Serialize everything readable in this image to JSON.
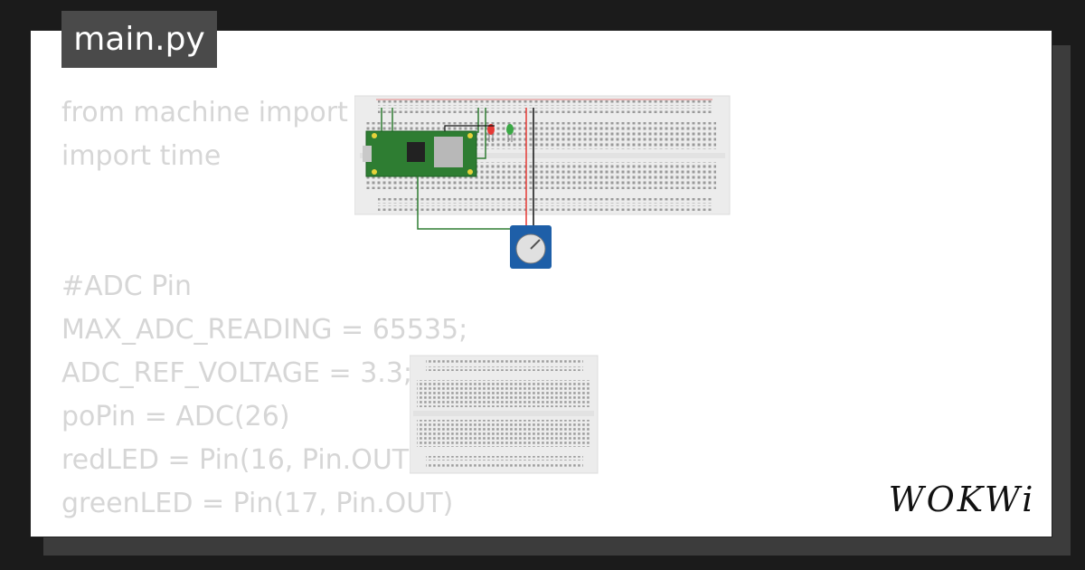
{
  "tab": {
    "filename": "main.py"
  },
  "code": {
    "lines": [
      "from machine import",
      "import time",
      "#ADC Pin",
      "MAX_ADC_READING = 65535;",
      "ADC_REF_VOLTAGE = 3.3;",
      "poPin = ADC(26)",
      "redLED = Pin(16, Pin.OUT)",
      "greenLED = Pin(17, Pin.OUT)"
    ]
  },
  "logo": {
    "text": "WOKWi"
  },
  "colors": {
    "page_bg": "#1b1b1b",
    "card_bg": "#ffffff",
    "tab_bg": "#4a4a4a",
    "code_text": "#d6d6d6",
    "pico_board": "#2e7d32",
    "potentiometer": "#1e5fa8",
    "wire_red": "#e53935",
    "wire_green": "#2e7d32",
    "wire_black": "#111111"
  },
  "icons": {
    "board": "raspberry-pi-pico-w-icon",
    "pot": "potentiometer-icon",
    "led_red": "red-led-icon",
    "led_green": "green-led-icon"
  }
}
